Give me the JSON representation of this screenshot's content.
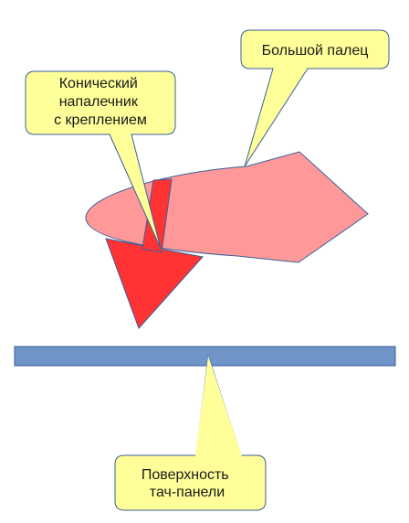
{
  "callouts": {
    "thumb": {
      "lines": [
        "Большой палец"
      ]
    },
    "tip": {
      "lines": [
        "Конический",
        "напалечник",
        "с креплением"
      ]
    },
    "surface": {
      "lines": [
        "Поверхность",
        "тач-панели"
      ]
    }
  },
  "colors": {
    "thumb_fill": "#ff9999",
    "tip_fill": "#ff3333",
    "surface_fill": "#6f94c8",
    "callout_fill": "#ffff99",
    "outline": "#3b5f9a"
  }
}
